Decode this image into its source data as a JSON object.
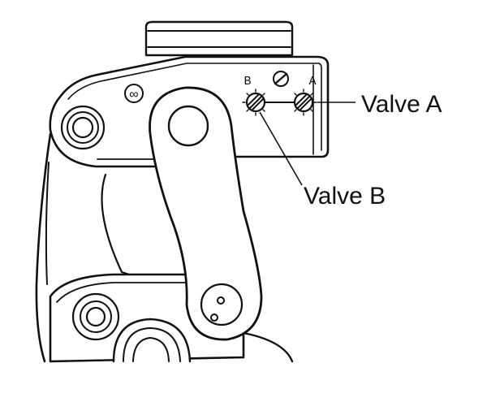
{
  "labels": {
    "valve_a_callout": "Valve A",
    "valve_b_callout": "Valve B",
    "valve_a_marker": "A",
    "valve_b_marker": "B",
    "infinity_symbol": "∞"
  },
  "colors": {
    "ink": "#111111",
    "background": "#ffffff"
  },
  "icons": {
    "valve_a": "valve-screw-icon",
    "valve_b": "valve-screw-icon",
    "center_screw": "slotted-screw-icon",
    "axis_symbol": "infinity-icon"
  }
}
